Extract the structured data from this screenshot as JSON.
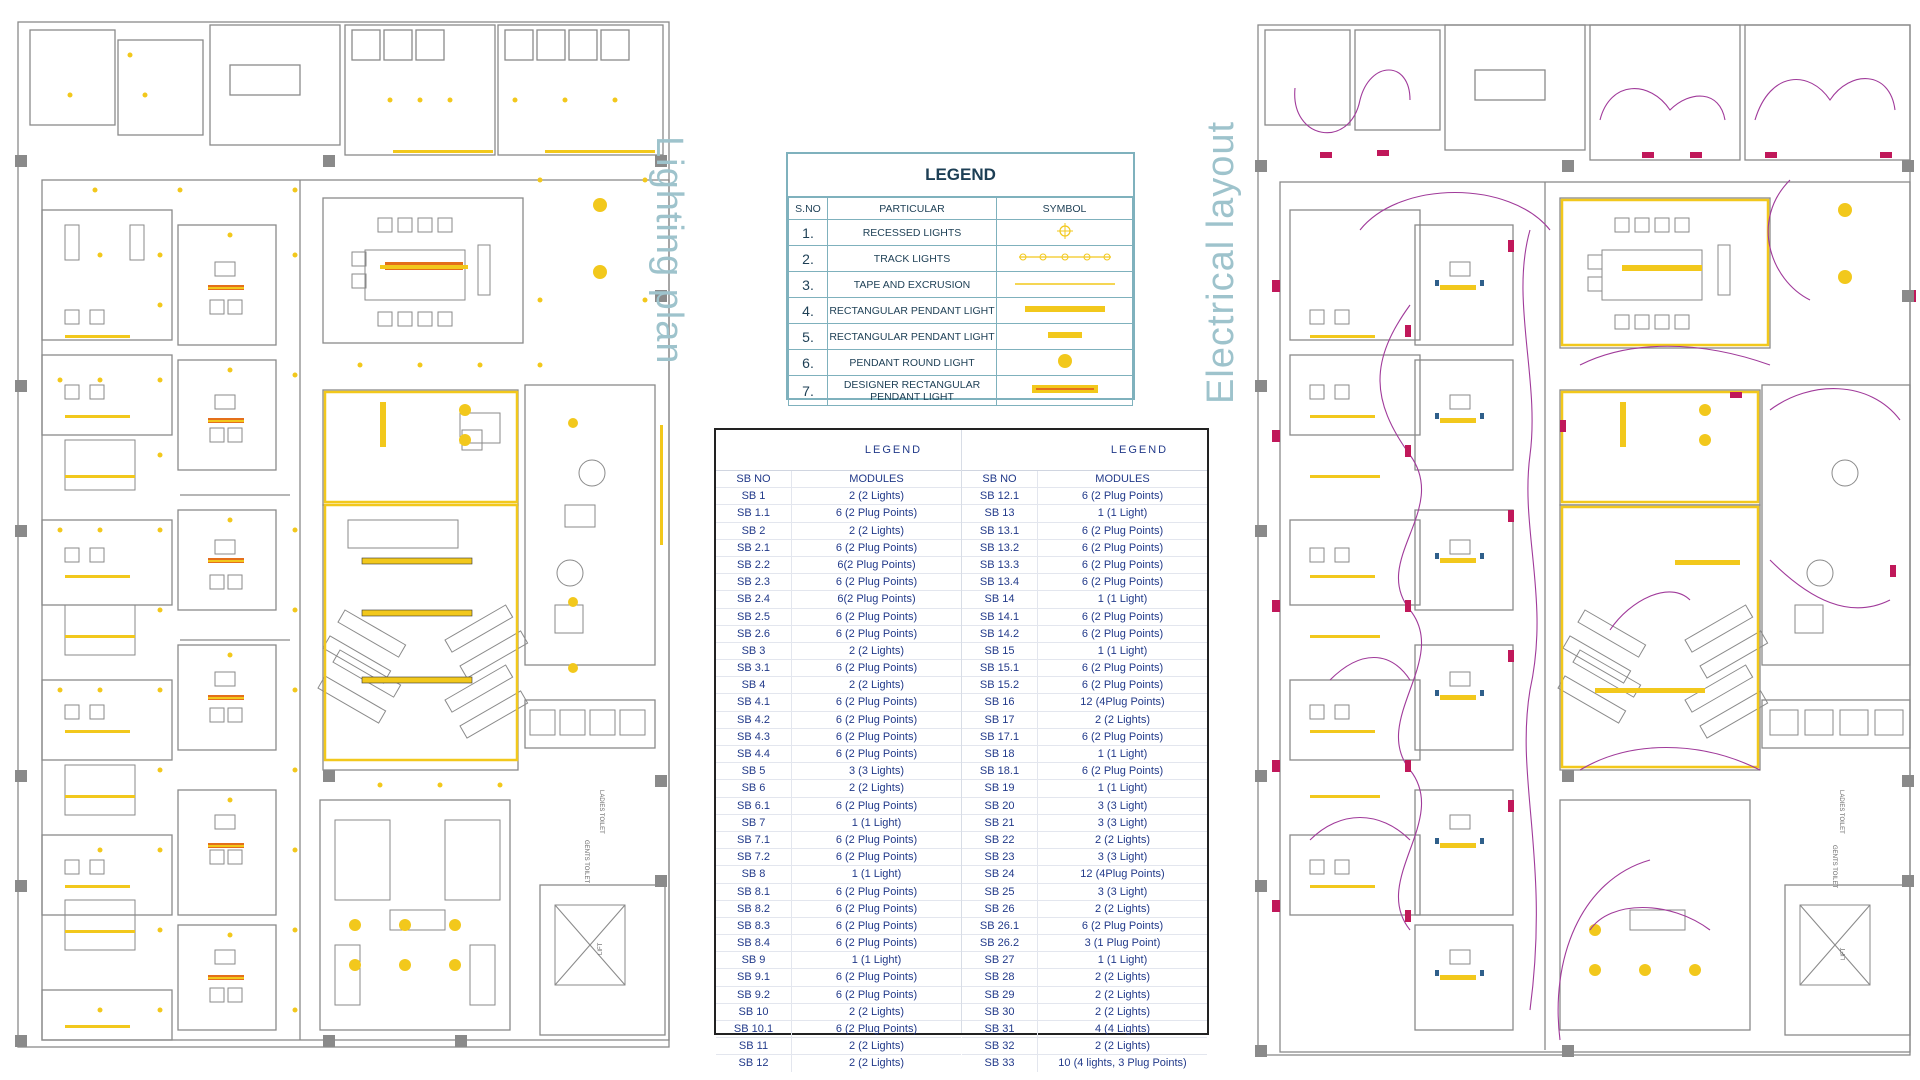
{
  "titles": {
    "lighting": "Lighting plan",
    "electrical": "Electrical layout"
  },
  "legend1": {
    "title": "LEGEND",
    "headers": [
      "S.NO",
      "PARTICULAR",
      "SYMBOL"
    ],
    "items": [
      {
        "sno": "1.",
        "label": "RECESSED LIGHTS",
        "symbol": "recessed-light-icon"
      },
      {
        "sno": "2.",
        "label": "TRACK LIGHTS",
        "symbol": "track-light-icon"
      },
      {
        "sno": "3.",
        "label": "TAPE AND EXCRUSION",
        "symbol": "tape-line-icon"
      },
      {
        "sno": "4.",
        "label": "RECTANGULAR PENDANT LIGHT",
        "symbol": "long-bar-icon"
      },
      {
        "sno": "5.",
        "label": "RECTANGULAR PENDANT LIGHT",
        "symbol": "short-bar-icon"
      },
      {
        "sno": "6.",
        "label": "PENDANT ROUND LIGHT",
        "symbol": "round-dot-icon"
      },
      {
        "sno": "7.",
        "label": "DESIGNER RECTANGULAR PENDANT LIGHT",
        "symbol": "designer-bar-icon"
      }
    ]
  },
  "legend2": {
    "title": "LEGEND",
    "col_sb": "SB NO",
    "col_mod": "MODULES",
    "left": [
      [
        "SB 1",
        "2 (2 Lights)"
      ],
      [
        "SB 1.1",
        "6 (2 Plug Points)"
      ],
      [
        "SB 2",
        "2 (2 Lights)"
      ],
      [
        "SB 2.1",
        "6 (2 Plug Points)"
      ],
      [
        "SB 2.2",
        "6(2 Plug Points)"
      ],
      [
        "SB 2.3",
        "6 (2 Plug Points)"
      ],
      [
        "SB 2.4",
        "6(2 Plug Points)"
      ],
      [
        "SB 2.5",
        "6 (2 Plug Points)"
      ],
      [
        "SB 2.6",
        "6 (2 Plug Points)"
      ],
      [
        "SB 3",
        "2 (2 Lights)"
      ],
      [
        "SB 3.1",
        "6 (2 Plug Points)"
      ],
      [
        "SB 4",
        "2 (2 Lights)"
      ],
      [
        "SB 4.1",
        "6 (2 Plug Points)"
      ],
      [
        "SB 4.2",
        "6 (2 Plug Points)"
      ],
      [
        "SB 4.3",
        "6 (2 Plug Points)"
      ],
      [
        "SB 4.4",
        "6 (2 Plug Points)"
      ],
      [
        "SB 5",
        "3 (3 Lights)"
      ],
      [
        "SB 6",
        "2 (2 Lights)"
      ],
      [
        "SB 6.1",
        "6 (2 Plug Points)"
      ],
      [
        "SB 7",
        "1 (1 Light)"
      ],
      [
        "SB 7.1",
        "6 (2 Plug Points)"
      ],
      [
        "SB 7.2",
        "6 (2 Plug Points)"
      ],
      [
        "SB 8",
        "1 (1 Light)"
      ],
      [
        "SB 8.1",
        "6 (2 Plug Points)"
      ],
      [
        "SB 8.2",
        "6 (2 Plug Points)"
      ],
      [
        "SB 8.3",
        "6 (2 Plug Points)"
      ],
      [
        "SB 8.4",
        "6 (2 Plug Points)"
      ],
      [
        "SB 9",
        "1 (1 Light)"
      ],
      [
        "SB 9.1",
        "6 (2 Plug Points)"
      ],
      [
        "SB 9.2",
        "6 (2 Plug Points)"
      ],
      [
        "SB 10",
        "2 (2 Lights)"
      ],
      [
        "SB 10.1",
        "6 (2 Plug Points)"
      ],
      [
        "SB 11",
        "2 (2 Lights)"
      ],
      [
        "SB 12",
        "2 (2 Lights)"
      ]
    ],
    "right": [
      [
        "SB 12.1",
        "6 (2 Plug Points)"
      ],
      [
        "SB 13",
        "1 (1 Light)"
      ],
      [
        "SB 13.1",
        "6 (2 Plug Points)"
      ],
      [
        "SB 13.2",
        "6 (2 Plug Points)"
      ],
      [
        "SB 13.3",
        "6 (2 Plug Points)"
      ],
      [
        "SB 13.4",
        "6 (2 Plug Points)"
      ],
      [
        "SB 14",
        "1 (1 Light)"
      ],
      [
        "SB 14.1",
        "6 (2 Plug Points)"
      ],
      [
        "SB 14.2",
        "6 (2 Plug Points)"
      ],
      [
        "SB 15",
        "1 (1 Light)"
      ],
      [
        "SB 15.1",
        "6 (2 Plug Points)"
      ],
      [
        "SB 15.2",
        "6 (2 Plug Points)"
      ],
      [
        "SB 16",
        "12 (4Plug Points)"
      ],
      [
        "SB 17",
        "2 (2 Lights)"
      ],
      [
        "SB 17.1",
        "6 (2 Plug Points)"
      ],
      [
        "SB 18",
        "1 (1 Light)"
      ],
      [
        "SB 18.1",
        "6 (2 Plug Points)"
      ],
      [
        "SB 19",
        "1 (1 Light)"
      ],
      [
        "SB 20",
        "3 (3 Light)"
      ],
      [
        "SB 21",
        "3 (3 Light)"
      ],
      [
        "SB 22",
        "2 (2 Lights)"
      ],
      [
        "SB 23",
        "3 (3 Light)"
      ],
      [
        "SB 24",
        "12 (4Plug Points)"
      ],
      [
        "SB 25",
        "3 (3 Light)"
      ],
      [
        "SB 26",
        "2 (2 Lights)"
      ],
      [
        "SB 26.1",
        "6 (2 Plug Points)"
      ],
      [
        "SB 26.2",
        "3 (1 Plug Point)"
      ],
      [
        "SB 27",
        "1 (1 Light)"
      ],
      [
        "SB 28",
        "2 (2 Lights)"
      ],
      [
        "SB 29",
        "2 (2 Lights)"
      ],
      [
        "SB 30",
        "2 (2 Lights)"
      ],
      [
        "SB 31",
        "4 (4 Lights)"
      ],
      [
        "SB 32",
        "2 (2 Lights)"
      ],
      [
        "SB 33",
        "10 (4 lights, 3 Plug Points)"
      ]
    ]
  },
  "plan_labels": {
    "lift": "LIFT",
    "ladies_toilet": "LADIES TOILET",
    "gents_toilet": "GENTS TOILET"
  },
  "colors": {
    "wall": "#8a8a8a",
    "light": "#f2c81c",
    "wire": "#a03a9a",
    "switch": "#c0185a",
    "accent": "#2f5f8a"
  }
}
